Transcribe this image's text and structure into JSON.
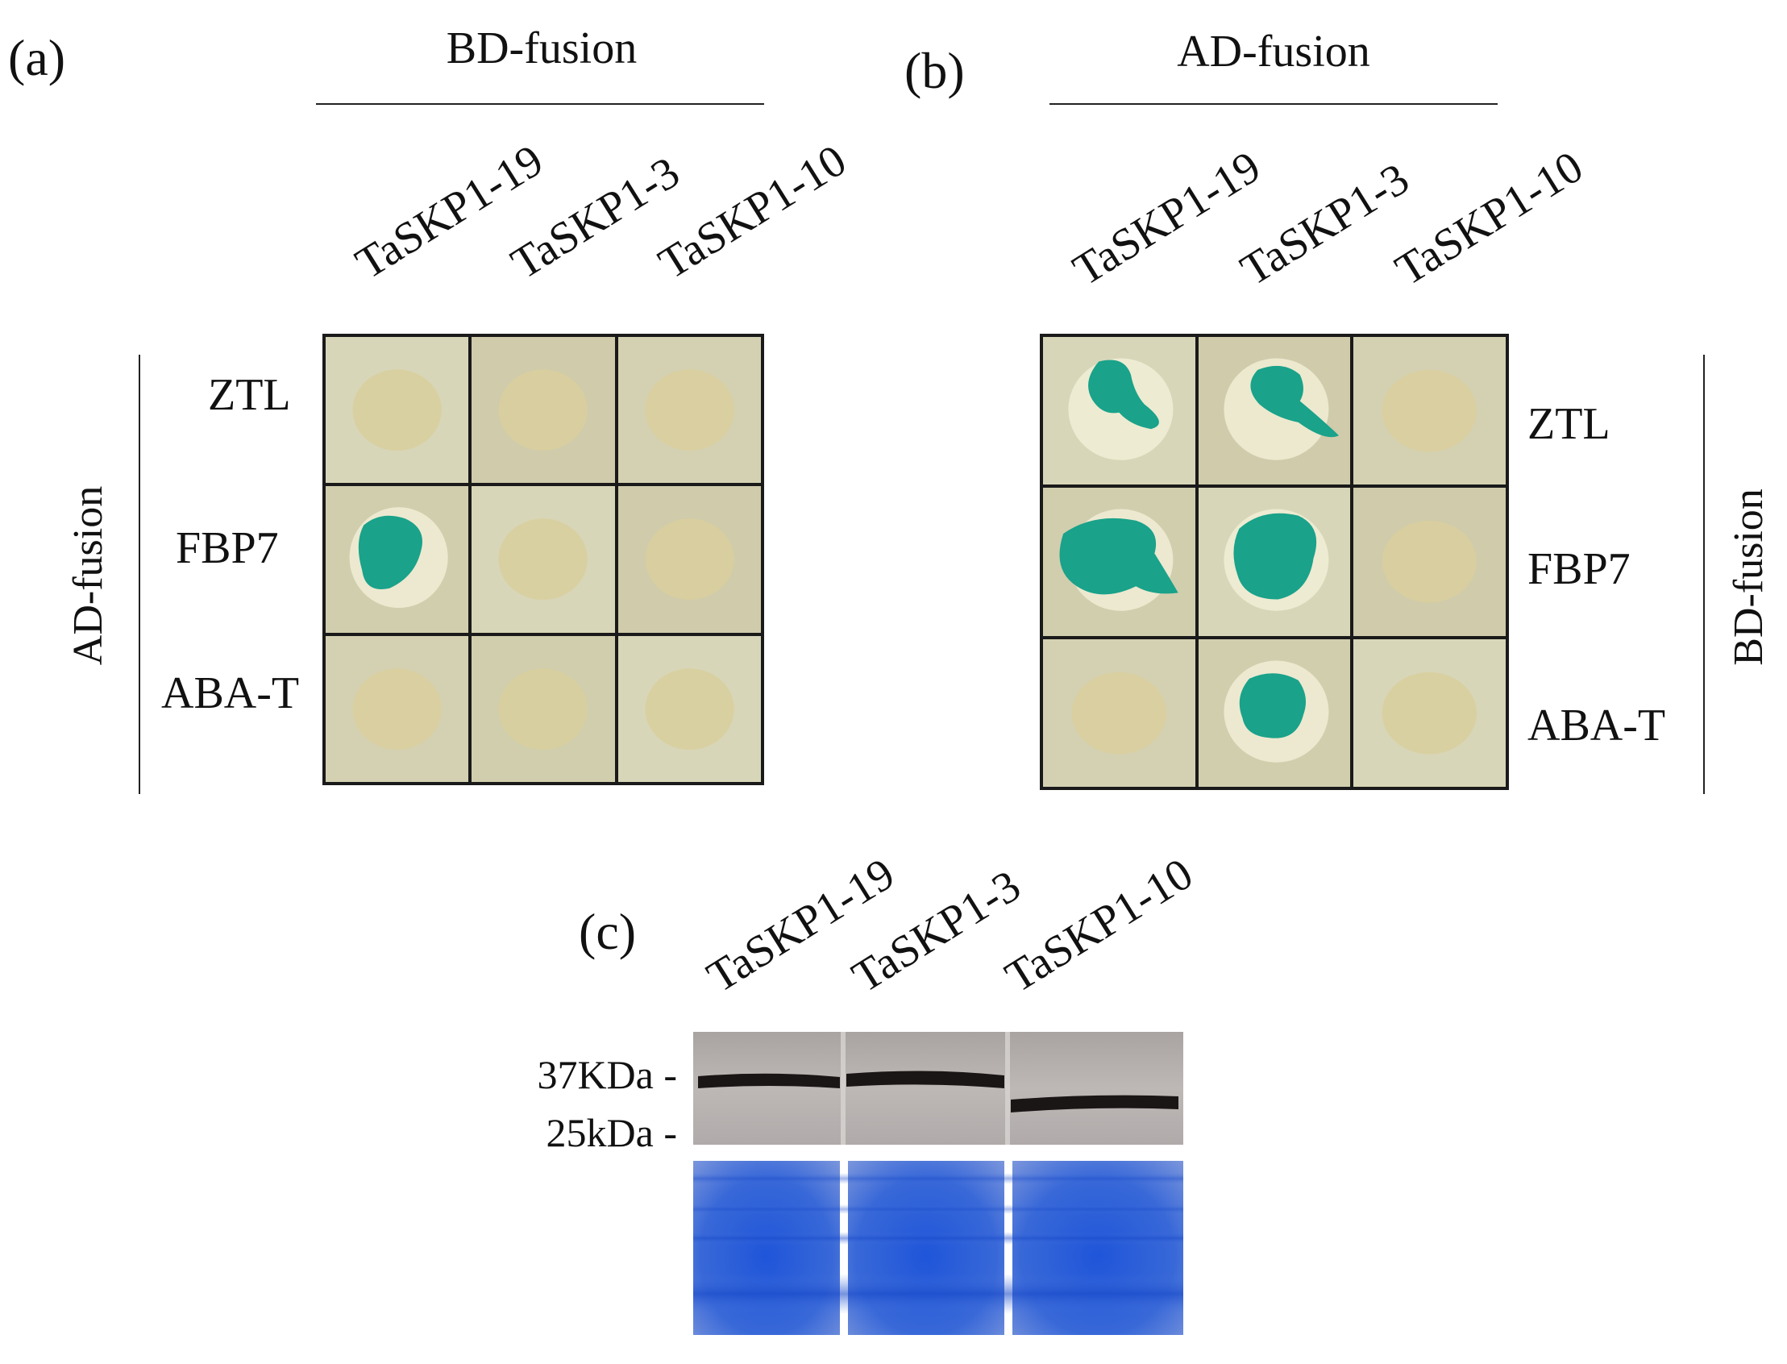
{
  "panels": {
    "a": {
      "label": "(a)",
      "top_title": "BD-fusion",
      "side_title": "AD-fusion",
      "columns": [
        "TaSKP1-19",
        "TaSKP1-3",
        "TaSKP1-10"
      ],
      "rows": [
        "ZTL",
        "FBP7",
        "ABA-T"
      ]
    },
    "b": {
      "label": "(b)",
      "top_title": "AD-fusion",
      "side_title": "BD-fusion",
      "columns": [
        "TaSKP1-19",
        "TaSKP1-3",
        "TaSKP1-10"
      ],
      "rows": [
        "ZTL",
        "FBP7",
        "ABA-T"
      ]
    },
    "c": {
      "label": "(c)",
      "lanes": [
        "TaSKP1-19",
        "TaSKP1-3",
        "TaSKP1-10"
      ],
      "markers": [
        "37KDa -",
        "25kDa -"
      ]
    }
  },
  "colors": {
    "plate_background": "#d6d4b4",
    "negative_spot": "#d9cf9e",
    "positive_spot": "#1aa28a",
    "western_background": "#b9b4b2",
    "western_band": "#1b1616",
    "coomassie_blue": "#2f63d6"
  },
  "icons": {
    "spot": "colony-spot-icon"
  }
}
